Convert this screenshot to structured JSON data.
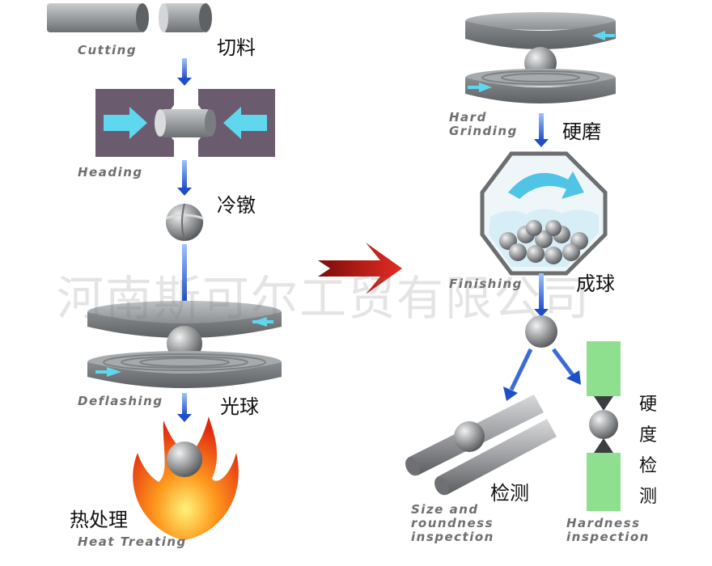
{
  "left_steps": {
    "cutting": {
      "en": "Cutting",
      "cn": "切料"
    },
    "heading": {
      "en": "Heading",
      "cn": "冷镦"
    },
    "deflashing": {
      "en": "Deflashing",
      "cn": "光球"
    },
    "heat_treating": {
      "en": "Heat Treating",
      "cn": "热处理"
    }
  },
  "right_steps": {
    "hard_grinding": {
      "en": "Hard\nGrinding",
      "cn": "硬磨"
    },
    "finishing": {
      "en": "Finishing",
      "cn": "成球"
    },
    "size_inspection": {
      "en": "Size and\nroundness\ninspection",
      "cn": "检测"
    },
    "hardness_inspection": {
      "en": "Hardness\ninspection",
      "cn": "硬度检测"
    }
  },
  "watermark": "河南斯可尔工贸有限公司",
  "colors": {
    "flow_arrow": "#2a5fd0",
    "cyan_arrow": "#5fd7ee",
    "transition_arrow": "#c41a16",
    "heading_die": "#6b5b6e",
    "hardness_block": "#8ee08f",
    "label_grey": "#6f6f72"
  },
  "icons": [
    "wire-rod-icon",
    "die-press-icon",
    "steel-ball-icon",
    "grinding-plate-icon",
    "flame-icon",
    "tumbler-icon",
    "bar-rollers-icon",
    "hardness-tester-icon"
  ]
}
